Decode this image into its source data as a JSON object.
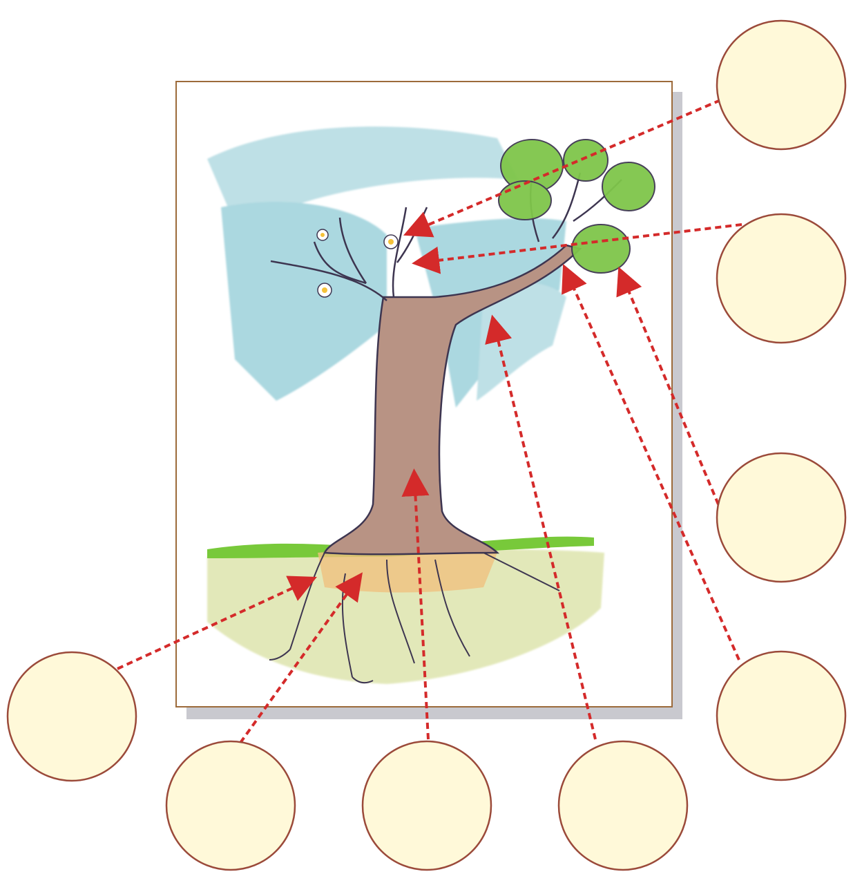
{
  "diagram": {
    "type": "labeling-worksheet",
    "subject": "tree",
    "blank_label_count": 9,
    "colors": {
      "circle_fill": "#fff9d9",
      "circle_stroke": "#9b4a3a",
      "arrow": "#d42a2a",
      "frame_border": "#9c6a3a",
      "frame_shadow": "#c9c9cf",
      "sky": "#8fcbd6",
      "trunk": "#b89384",
      "leaves": "#7fc64a",
      "grass": "#78c93a",
      "soil": "#d7df9c",
      "root_soil": "#f0c07f",
      "ink": "#3d3550"
    },
    "labels": [
      {
        "id": "top-right",
        "text": ""
      },
      {
        "id": "upper-right",
        "text": ""
      },
      {
        "id": "middle-right",
        "text": ""
      },
      {
        "id": "lower-right",
        "text": ""
      },
      {
        "id": "bottom-left",
        "text": ""
      },
      {
        "id": "bottom-second",
        "text": ""
      },
      {
        "id": "bottom-middle",
        "text": ""
      },
      {
        "id": "bottom-fourth",
        "text": ""
      }
    ]
  }
}
